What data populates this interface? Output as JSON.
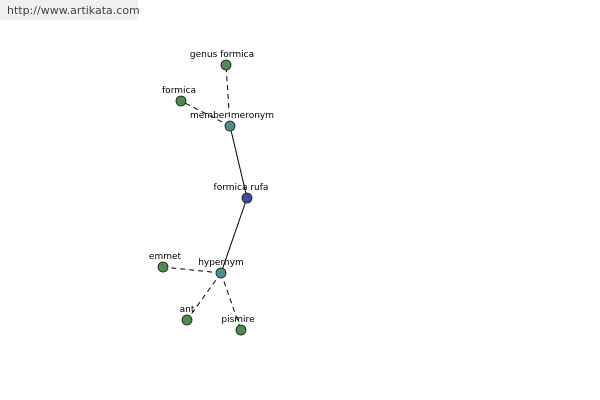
{
  "banner": {
    "url": "http://www.artikata.com"
  },
  "colors": {
    "leaf": "#4e8c4e",
    "relation": "#4f8e8e",
    "root": "#3b4a9a",
    "edge": "#000000"
  },
  "nodes": [
    {
      "id": "genus-formica",
      "label": "genus formica",
      "kind": "leaf"
    },
    {
      "id": "formica",
      "label": "formica",
      "kind": "leaf"
    },
    {
      "id": "member-meronym",
      "label": "member meronym",
      "kind": "relation"
    },
    {
      "id": "formica-rufa",
      "label": "formica rufa",
      "kind": "root"
    },
    {
      "id": "emmet",
      "label": "emmet",
      "kind": "leaf"
    },
    {
      "id": "hypernym",
      "label": "hypernym",
      "kind": "relation"
    },
    {
      "id": "ant",
      "label": "ant",
      "kind": "leaf"
    },
    {
      "id": "pismire",
      "label": "pismire",
      "kind": "leaf"
    }
  ],
  "edges": [
    {
      "from": "formica-rufa",
      "to": "member-meronym",
      "style": "solid"
    },
    {
      "from": "formica-rufa",
      "to": "hypernym",
      "style": "solid"
    },
    {
      "from": "member-meronym",
      "to": "genus-formica",
      "style": "dashed"
    },
    {
      "from": "member-meronym",
      "to": "formica",
      "style": "dashed"
    },
    {
      "from": "hypernym",
      "to": "emmet",
      "style": "dashed"
    },
    {
      "from": "hypernym",
      "to": "ant",
      "style": "dashed"
    },
    {
      "from": "hypernym",
      "to": "pismire",
      "style": "dashed"
    }
  ]
}
